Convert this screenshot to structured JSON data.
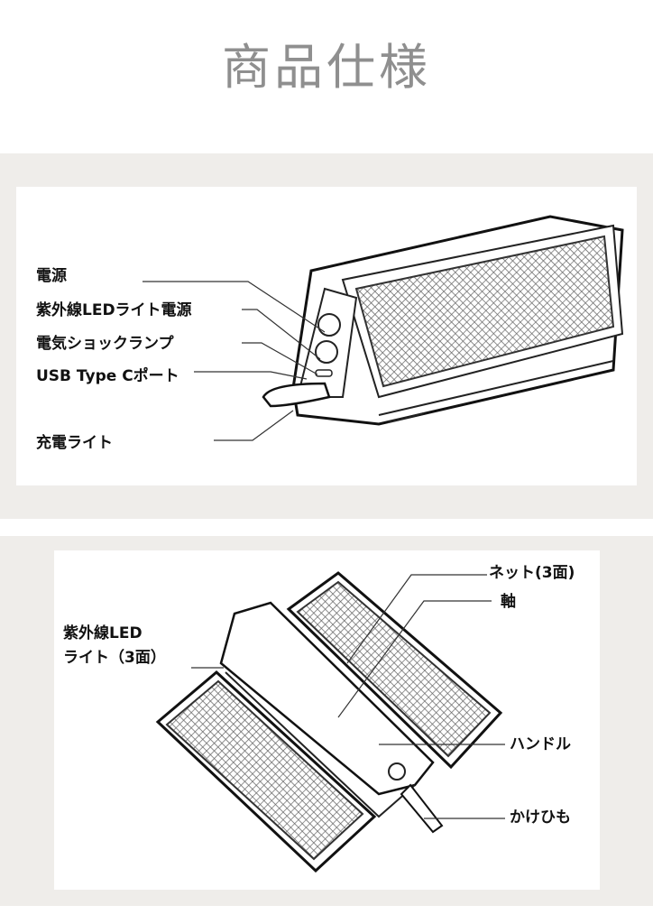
{
  "title": "商品仕様",
  "figure1": {
    "labels": [
      "電源",
      "紫外線LEDライト電源",
      "電気ショックランプ",
      "USB Type Cポート",
      "充電ライト"
    ]
  },
  "figure2": {
    "labels": {
      "net": "ネット(3面)",
      "axis": "軸",
      "uv_line1": "紫外線LED",
      "uv_line2": "ライト（3面）",
      "handle": "ハンドル",
      "strap": "かけひも"
    }
  }
}
